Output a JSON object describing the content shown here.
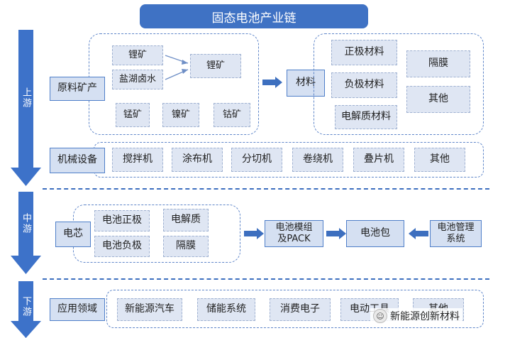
{
  "title": "固态电池产业链",
  "stages": {
    "upstream": "上游",
    "midstream": "中游",
    "downstream": "下游"
  },
  "upstream": {
    "raw_label": "原料矿产",
    "lithium_ore_left": "锂矿",
    "salt_lake_brine": "盐湖卤水",
    "lithium_ore_right": "锂矿",
    "manganese_ore": "锰矿",
    "nickel_ore": "镍矿",
    "cobalt_ore": "钴矿",
    "materials_label": "材料",
    "cathode_material": "正极材料",
    "anode_material": "负极材料",
    "electrolyte_material": "电解质材料",
    "separator": "隔膜",
    "other": "其他",
    "equipment_label": "机械设备",
    "equipment": [
      "搅拌机",
      "涂布机",
      "分切机",
      "卷绕机",
      "叠片机",
      "其他"
    ]
  },
  "midstream": {
    "cell_label": "电芯",
    "cell_cathode": "电池正极",
    "cell_anode": "电池负极",
    "cell_electrolyte": "电解质",
    "cell_separator": "隔膜",
    "module": "电池模组\n及PACK",
    "pack": "电池包",
    "bms": "电池管理\n系统"
  },
  "downstream": {
    "app_label": "应用领域",
    "apps": [
      "新能源汽车",
      "储能系统",
      "消费电子",
      "电动工具",
      "其他"
    ]
  },
  "watermark": "新能源创新材料"
}
